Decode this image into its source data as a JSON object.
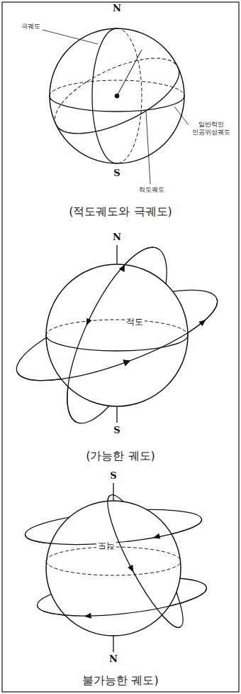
{
  "diagram": {
    "labels": [
      "극궤도",
      "N",
      "S",
      "일반적인 인공위성궤도",
      "적도궤도",
      "(적도궤도와 극궤도)",
      "N",
      "적도",
      "S",
      "(가능한 궤도)",
      "S",
      "적도",
      "N",
      "불가능한 궤도)"
    ]
  }
}
